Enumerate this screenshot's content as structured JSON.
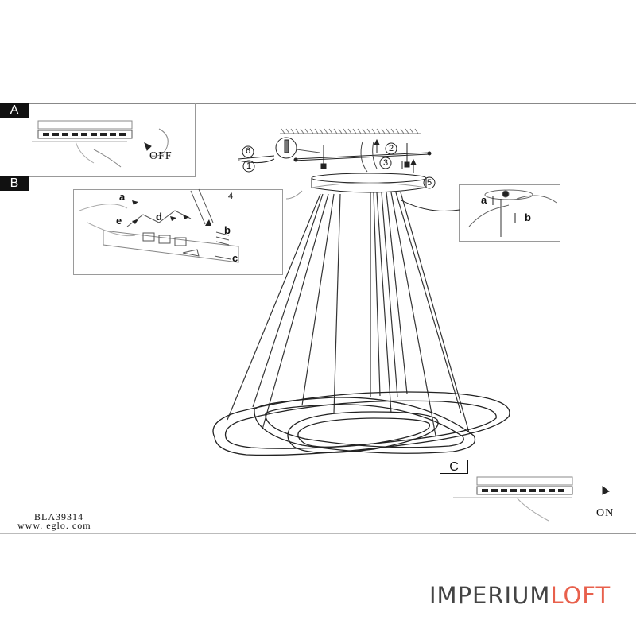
{
  "sections": {
    "a": {
      "tag": "A",
      "state_label": "OFF"
    },
    "b": {
      "tag": "B",
      "step": "4",
      "callouts": [
        "a",
        "b",
        "c",
        "d",
        "e"
      ]
    },
    "c": {
      "tag": "C",
      "state_label": "ON"
    }
  },
  "steps": [
    "1",
    "2",
    "3",
    "5",
    "6"
  ],
  "detail_callouts": [
    "a",
    "b"
  ],
  "footer": {
    "model": "BLA39314",
    "website": "www. eglo. com"
  },
  "brand": {
    "primary": "IMPERIUM",
    "accent": "LOFT",
    "accent_color": "#e8604c"
  }
}
